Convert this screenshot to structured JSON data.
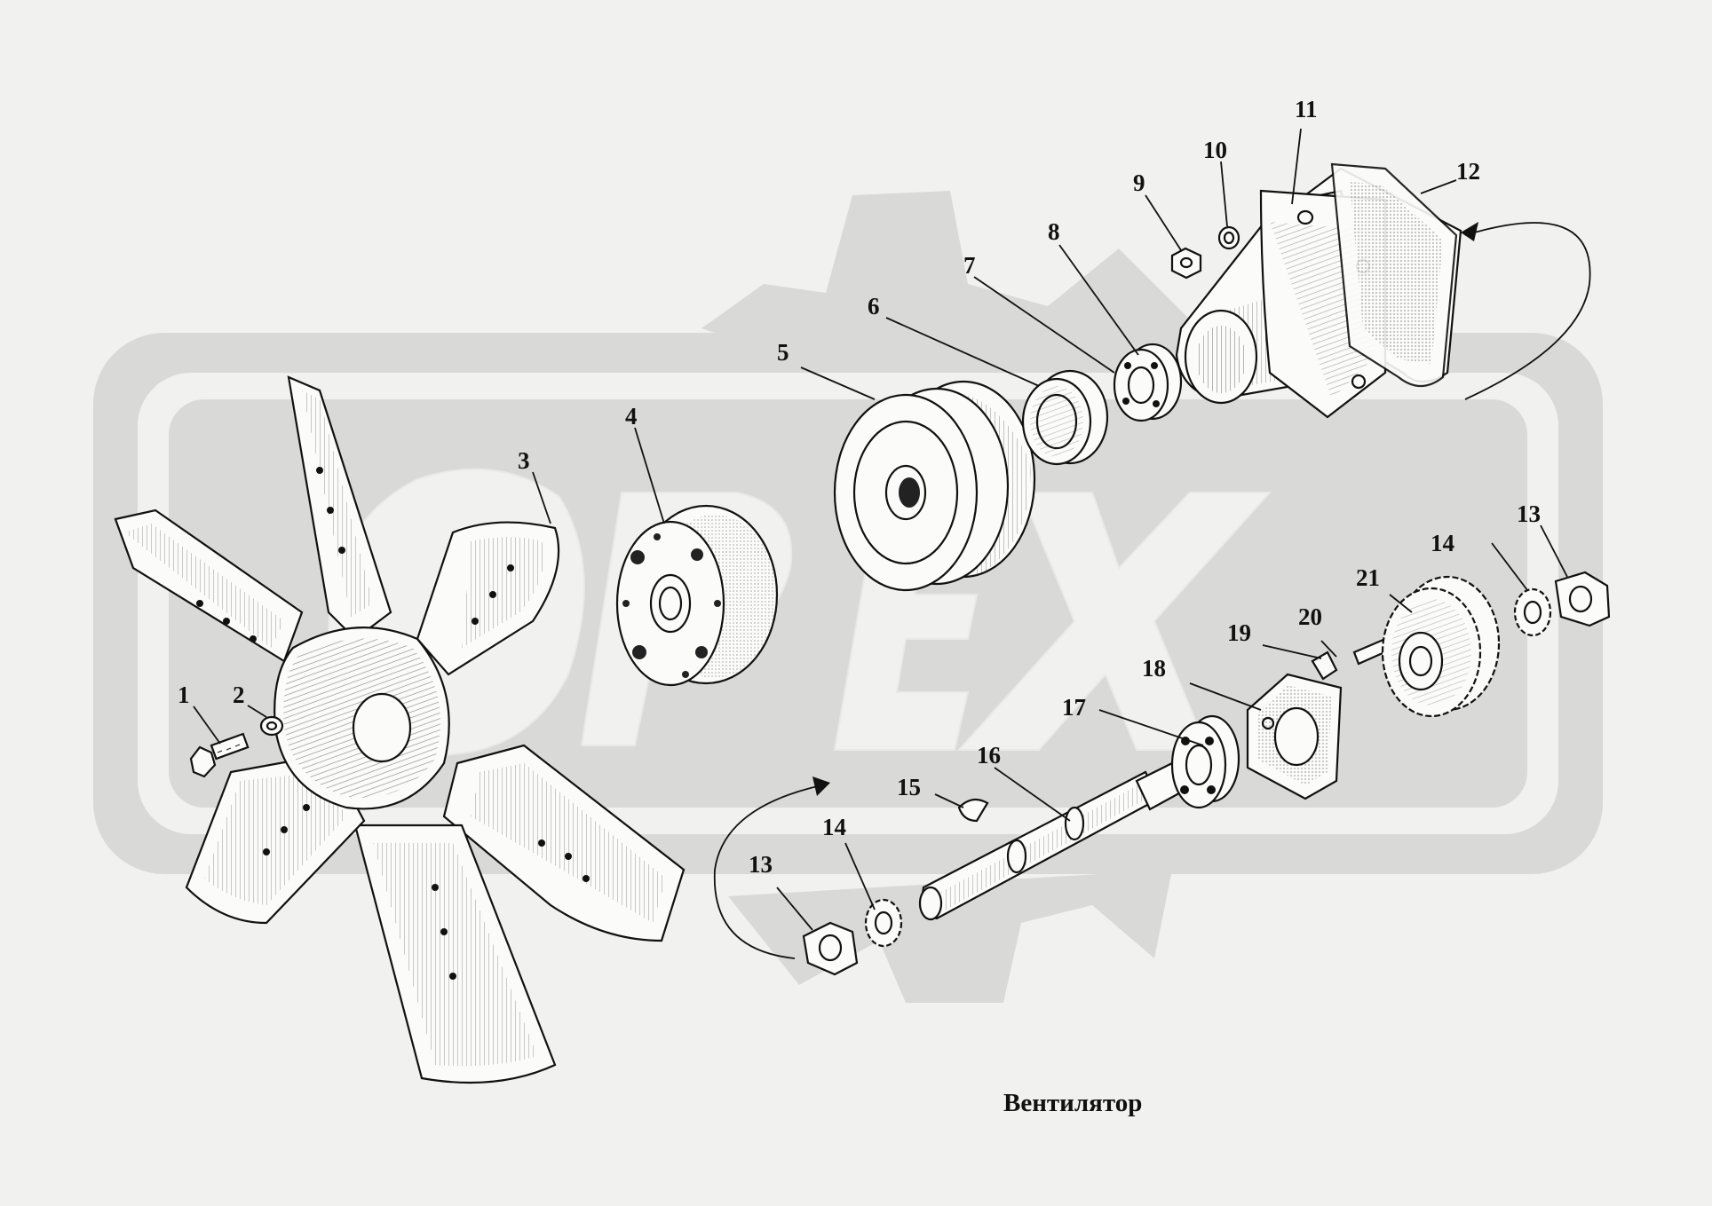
{
  "caption": "Вентилятор",
  "watermark": {
    "text": "OPEX",
    "color": "#d9d9d7"
  },
  "callouts": [
    "1",
    "2",
    "3",
    "4",
    "5",
    "6",
    "7",
    "8",
    "9",
    "10",
    "11",
    "12",
    "13",
    "14",
    "15",
    "16",
    "17",
    "18",
    "19",
    "20",
    "21",
    "13",
    "14"
  ],
  "colors": {
    "background": "#f1f1ef",
    "ink": "#111111",
    "watermark": "#d9d9d7"
  }
}
